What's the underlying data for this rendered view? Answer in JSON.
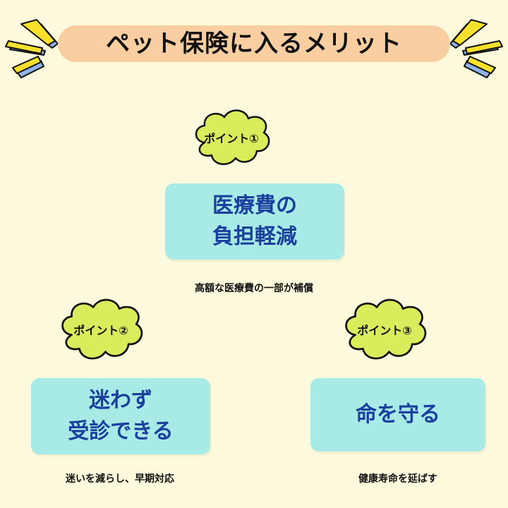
{
  "title": "ペット保険に入るメリット",
  "colors": {
    "background": "#fdf9dc",
    "banner": "#f9cfa2",
    "ray_yellow": "#f7e12a",
    "ray_blue": "#8fb3e6",
    "cloud_fill": "#d9ec5c",
    "cloud_outline": "#111111",
    "card_fill": "#a8ebe6",
    "card_text": "#1a3f9c"
  },
  "points": [
    {
      "badge": "ポイント①",
      "heading_line1": "医療費の",
      "heading_line2": "負担軽減",
      "caption": "高額な医療費の一部が補償"
    },
    {
      "badge": "ポイント②",
      "heading_line1": "迷わず",
      "heading_line2": "受診できる",
      "caption": "迷いを減らし、早期対応"
    },
    {
      "badge": "ポイント③",
      "heading_line1": "命を守る",
      "heading_line2": "",
      "caption": "健康寿命を延ばす"
    }
  ]
}
